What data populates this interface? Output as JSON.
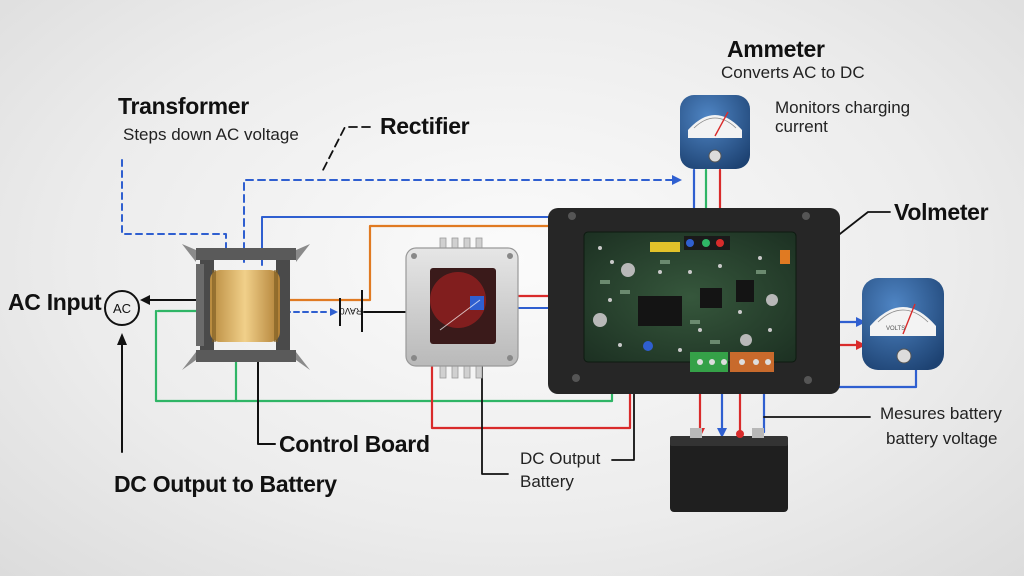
{
  "labels": {
    "transformer": "Transformer",
    "transformer_desc": "Steps down AC voltage",
    "rectifier": "Rectifier",
    "ammeter": "Ammeter",
    "ammeter_desc": "Converts AC to DC",
    "ammeter_note": "Monitors charging current",
    "voltmeter": "Volmeter",
    "ac_input": "AC Input",
    "ac_symbol": "AC",
    "control_board": "Control Board",
    "dc_output_battery": "DC Output to Battery",
    "dc_output": "DC Output",
    "battery": "Battery",
    "voltmeter_note_1": "Mesures battery",
    "voltmeter_note_2": "battery voltage",
    "rectifier_marking": "RAV0",
    "volt_face_label": "VOLTS",
    "volt_face_unit": "V"
  },
  "colors": {
    "wire_blue": "#2f5fd0",
    "wire_green": "#2fb566",
    "wire_red": "#d92b2b",
    "wire_orange": "#e07a22",
    "wire_black": "#111111",
    "meter_blue": "#2a5a96",
    "board_green": "#25402c",
    "enclosure": "#2a2a2a"
  }
}
